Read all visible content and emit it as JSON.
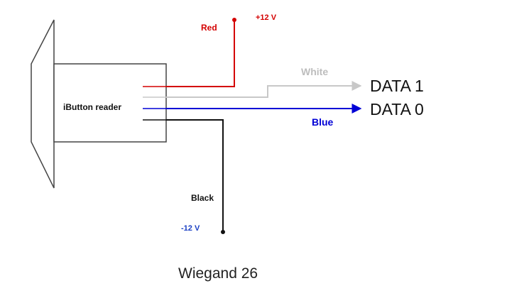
{
  "diagram": {
    "reader_label": "iButton reader",
    "title": "Wiegand 26",
    "wires": {
      "red": {
        "label": "Red",
        "terminal_label": "+12 V",
        "color": "#d40000"
      },
      "white": {
        "label": "White",
        "output_label": "DATA 1",
        "color": "#c8c8c8",
        "label_color": "#bdbdbd"
      },
      "blue": {
        "label": "Blue",
        "output_label": "DATA 0",
        "color": "#0000d6"
      },
      "black": {
        "label": "Black",
        "terminal_label": "-12 V",
        "color": "#111111",
        "terminal_label_color": "#1a3fc4"
      }
    },
    "outline_color": "#444444"
  }
}
